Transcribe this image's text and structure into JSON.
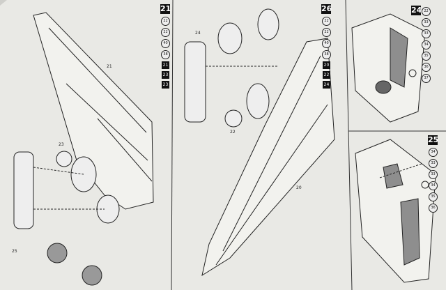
{
  "steps": {
    "step21": {
      "number": "21",
      "sequence_circled": [
        "22",
        "22",
        "40",
        "38"
      ],
      "sequence_boxed": [
        "21",
        "23",
        "23"
      ]
    },
    "step26": {
      "number": "26",
      "sequence_circled": [
        "22",
        "22",
        "40",
        "38"
      ],
      "sequence_boxed": [
        "20",
        "22",
        "24"
      ]
    },
    "step24": {
      "number": "24",
      "sequence_circled": [
        "22",
        "33",
        "33",
        "34",
        "35",
        "36",
        "37"
      ]
    },
    "step25": {
      "number": "25",
      "sequence_circled": [
        "34",
        "33",
        "33",
        "34",
        "35",
        "36"
      ]
    }
  },
  "part_labels": {
    "wing_left": "21",
    "wing_right": "20",
    "gear_bay_a": "25",
    "gear_bay_b": "24",
    "nacelle_a": "22",
    "nacelle_b": "23"
  },
  "colors": {
    "paper": "#e9e9e5",
    "ink": "#1a1a1a",
    "grey_part": "#8e8e8e"
  }
}
